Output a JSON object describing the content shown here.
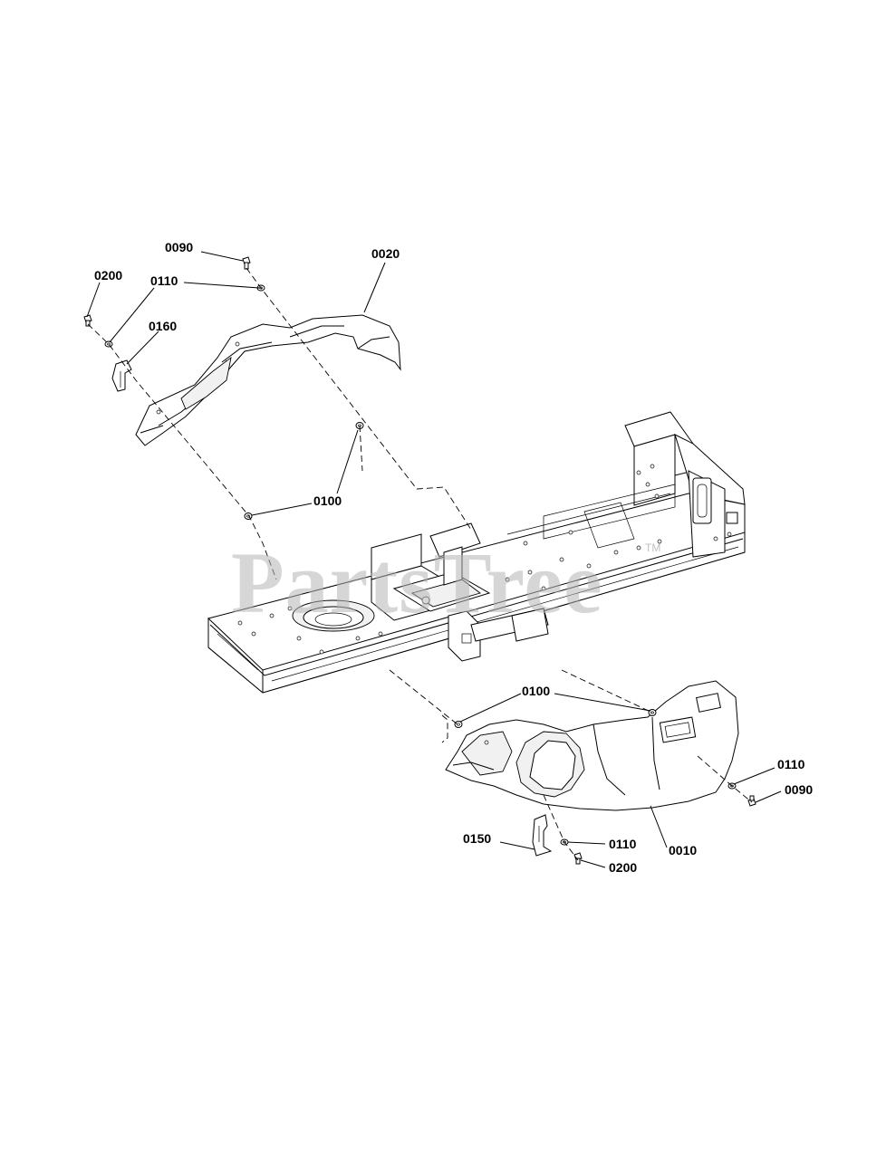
{
  "watermark": {
    "text": "PartsTree",
    "tm": "TM"
  },
  "callouts": {
    "c0090_top": "0090",
    "c0200_top": "0200",
    "c0110_top": "0110",
    "c0160": "0160",
    "c0020": "0020",
    "c0100_left": "0100",
    "c0100_bottom": "0100",
    "c0110_right": "0110",
    "c0090_right": "0090",
    "c0150": "0150",
    "c0110_bottom": "0110",
    "c0200_bottom": "0200",
    "c0010": "0010"
  },
  "colors": {
    "line": "#000000",
    "background": "#ffffff",
    "watermark": "#b4b4b4"
  }
}
